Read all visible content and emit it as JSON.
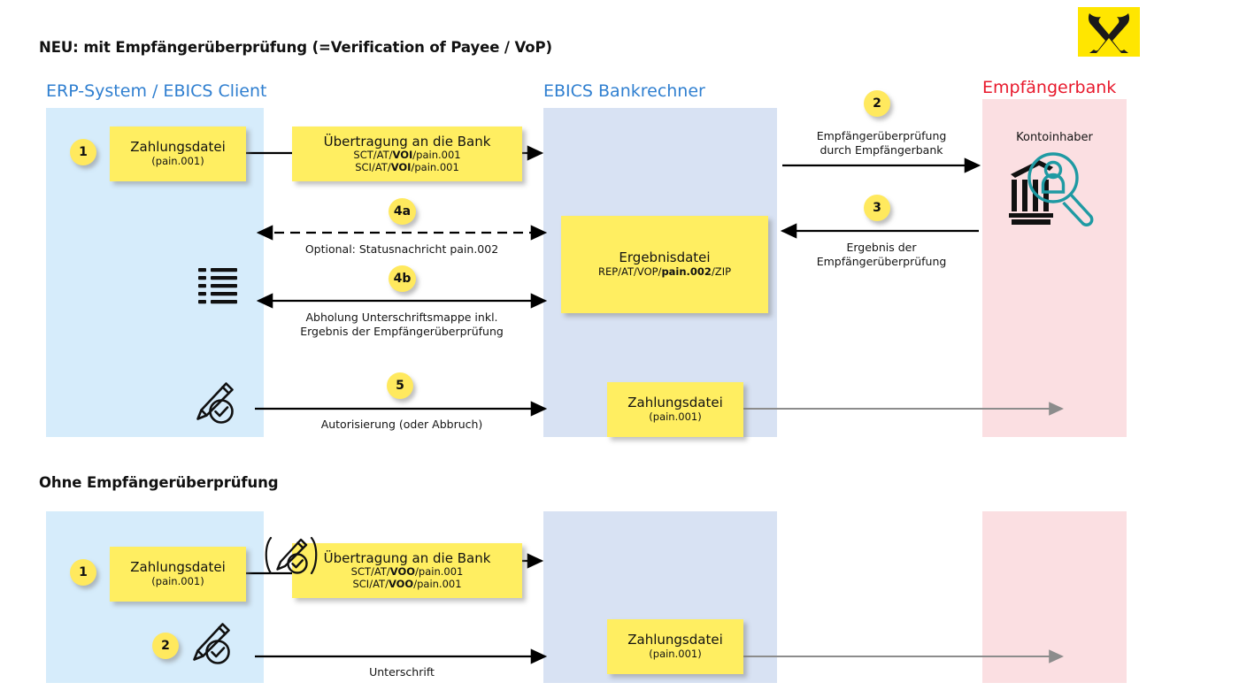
{
  "logo": {
    "name": "raiffeisen-gable-cross-logo",
    "bg": "#ffe600",
    "fg": "#1a1a1a"
  },
  "colors": {
    "lane_erp": "#d6ecfb",
    "lane_ebics": "#d8e2f3",
    "lane_bank": "#fbdfe2",
    "note_yellow": "#ffee61",
    "bubble_yellow": "#ffe95e",
    "caption_blue": "#2f7fd0",
    "caption_red": "#e8192c",
    "icon_teal": "#1f9aa3",
    "arrow_black": "#000000",
    "arrow_grey": "#8c8c8c"
  },
  "sections": [
    {
      "id": "with-vop",
      "title": "NEU: mit Empfängerüberprüfung (=Verification of Payee / VoP)",
      "lanes": [
        {
          "id": "erp",
          "label": "ERP-System / EBICS Client",
          "color": "blue"
        },
        {
          "id": "ebics",
          "label": "EBICS Bankrechner",
          "color": "blue"
        },
        {
          "id": "bank",
          "label": "Empfängerbank",
          "color": "red"
        }
      ],
      "notes": [
        {
          "id": "zahlungsdatei-1",
          "line1": "Zahlungsdatei",
          "line2": "(pain.001)"
        },
        {
          "id": "uebertragung-1",
          "line1": "Übertragung an die Bank",
          "line2_pre": "SCT/AT/",
          "line2_bold": "VOI",
          "line2_post": "/pain.001",
          "line3_pre": "SCI/AT/",
          "line3_bold": "VOI",
          "line3_post": "/pain.001"
        },
        {
          "id": "ergebnisdatei",
          "line1": "Ergebnisdatei",
          "line2_pre": "REP/AT/VOP/",
          "line2_bold": "pain.002",
          "line2_post": "/ZIP"
        },
        {
          "id": "zahlungsdatei-2",
          "line1": "Zahlungsdatei",
          "line2": "(pain.001)"
        }
      ],
      "steps": [
        {
          "id": "step-1",
          "label": "1"
        },
        {
          "id": "step-2",
          "label": "2"
        },
        {
          "id": "step-3",
          "label": "3"
        },
        {
          "id": "step-4a",
          "label": "4a"
        },
        {
          "id": "step-4b",
          "label": "4b"
        },
        {
          "id": "step-5",
          "label": "5"
        }
      ],
      "captions": [
        {
          "id": "cap-2",
          "lines": [
            "Empfängerüberprüfung",
            "durch Empfängerbank"
          ]
        },
        {
          "id": "cap-3",
          "lines": [
            "Ergebnis der",
            "Empfängerüberprüfung"
          ]
        },
        {
          "id": "cap-4a",
          "lines": [
            "Optional: Statusnachricht pain.002"
          ]
        },
        {
          "id": "cap-4b",
          "lines": [
            "Abholung Unterschriftsmappe inkl.",
            "Ergebnis der Empfängerüberprüfung"
          ]
        },
        {
          "id": "cap-5",
          "lines": [
            "Autorisierung (oder Abbruch)"
          ]
        }
      ],
      "icons": [
        {
          "id": "signature-folder-list-icon",
          "name": "list-icon"
        },
        {
          "id": "signature-pen-check-icon",
          "name": "pen-check-icon"
        },
        {
          "id": "account-holder-icon",
          "name": "bank-magnifier-person-icon",
          "label": "Kontoinhaber"
        }
      ]
    },
    {
      "id": "without-vop",
      "title": "Ohne Empfängerüberprüfung",
      "notes": [
        {
          "id": "zahlungsdatei-3",
          "line1": "Zahlungsdatei",
          "line2": "(pain.001)"
        },
        {
          "id": "uebertragung-2",
          "line1": "Übertragung an die Bank",
          "line2_pre": "SCT/AT/",
          "line2_bold": "VOO",
          "line2_post": "/pain.001",
          "line3_pre": "SCI/AT/",
          "line3_bold": "VOO",
          "line3_post": "/pain.001"
        },
        {
          "id": "zahlungsdatei-4",
          "line1": "Zahlungsdatei",
          "line2": "(pain.001)"
        }
      ],
      "steps": [
        {
          "id": "step-b1",
          "label": "1"
        },
        {
          "id": "step-b2",
          "label": "2"
        }
      ],
      "captions": [
        {
          "id": "cap-b2",
          "lines": [
            "Unterschrift"
          ]
        }
      ],
      "icons": [
        {
          "id": "optional-pen-check-icon",
          "name": "pen-check-parenthesis-icon"
        },
        {
          "id": "pen-check-icon-2",
          "name": "pen-check-icon"
        }
      ]
    }
  ]
}
